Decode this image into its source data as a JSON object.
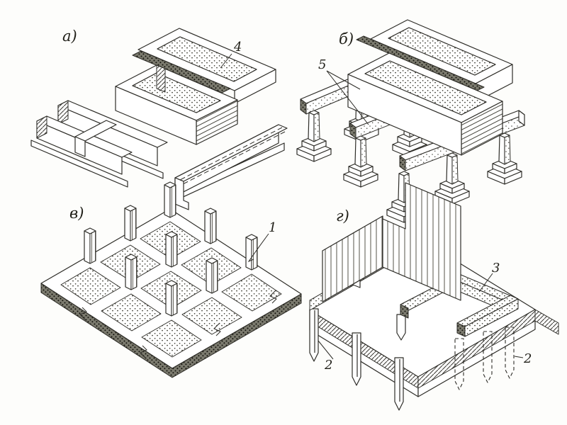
{
  "colors": {
    "paper": "#fdfdfb",
    "ink": "#2e2d28"
  },
  "panels": {
    "a": {
      "label": "а)",
      "callouts": {
        "c4": "4"
      }
    },
    "b": {
      "label": "б)",
      "callouts": {
        "c5": "5"
      }
    },
    "v": {
      "label": "в)",
      "callouts": {
        "c1": "1"
      }
    },
    "g": {
      "label": "г)",
      "callouts": {
        "c3": "3",
        "c2_left": "2",
        "c2_right": "2"
      }
    }
  }
}
